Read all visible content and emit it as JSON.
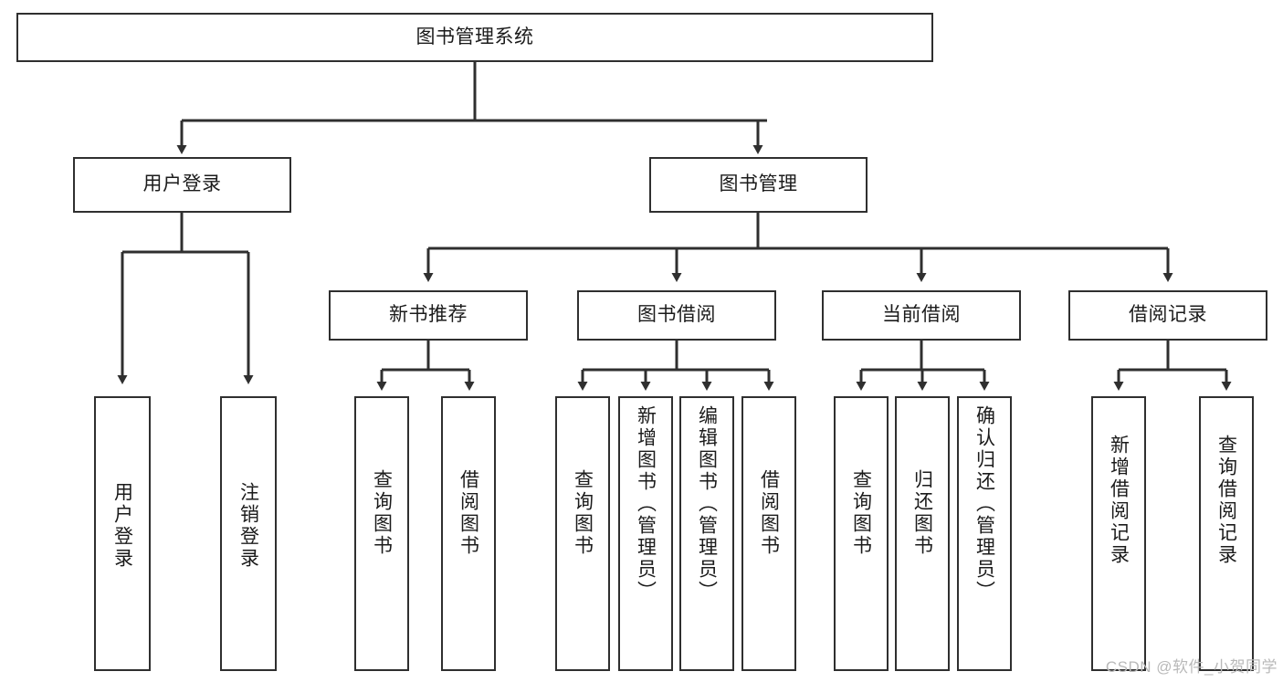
{
  "diagram": {
    "title": "图书管理系统",
    "type": "tree-hierarchy-diagram",
    "root": {
      "id": "root",
      "label": "图书管理系统"
    },
    "level2": [
      {
        "id": "user-login",
        "label": "用户登录"
      },
      {
        "id": "book-manage",
        "label": "图书管理"
      }
    ],
    "level3": [
      {
        "id": "new-book-rec",
        "label": "新书推荐"
      },
      {
        "id": "book-borrow",
        "label": "图书借阅"
      },
      {
        "id": "current-borrow",
        "label": "当前借阅"
      },
      {
        "id": "borrow-record",
        "label": "借阅记录"
      }
    ],
    "leaves_user_login": [
      {
        "id": "leaf-user-login",
        "label": "用户登录"
      },
      {
        "id": "leaf-logout",
        "label": "注销登录"
      }
    ],
    "leaves_new_book_rec": [
      {
        "id": "leaf-query-book-1",
        "label": "查询图书"
      },
      {
        "id": "leaf-borrow-book-1",
        "label": "借阅图书"
      }
    ],
    "leaves_book_borrow": [
      {
        "id": "leaf-query-book-2",
        "label": "查询图书"
      },
      {
        "id": "leaf-add-book",
        "label": "新增图书（管理员）"
      },
      {
        "id": "leaf-edit-book",
        "label": "编辑图书（管理员）"
      },
      {
        "id": "leaf-borrow-book-2",
        "label": "借阅图书"
      }
    ],
    "leaves_current_borrow": [
      {
        "id": "leaf-query-book-3",
        "label": "查询图书"
      },
      {
        "id": "leaf-return-book",
        "label": "归还图书"
      },
      {
        "id": "leaf-confirm-return",
        "label": "确认归还（管理员）"
      }
    ],
    "leaves_borrow_record": [
      {
        "id": "leaf-add-record",
        "label": "新增借阅记录"
      },
      {
        "id": "leaf-query-record",
        "label": "查询借阅记录"
      }
    ],
    "colors": {
      "stroke": "#2f2f2f",
      "fill": "#ffffff",
      "text": "#1b1b1b",
      "watermark": "#b9b9b9"
    }
  },
  "watermark": {
    "text": "CSDN @软件_小贺同学"
  }
}
